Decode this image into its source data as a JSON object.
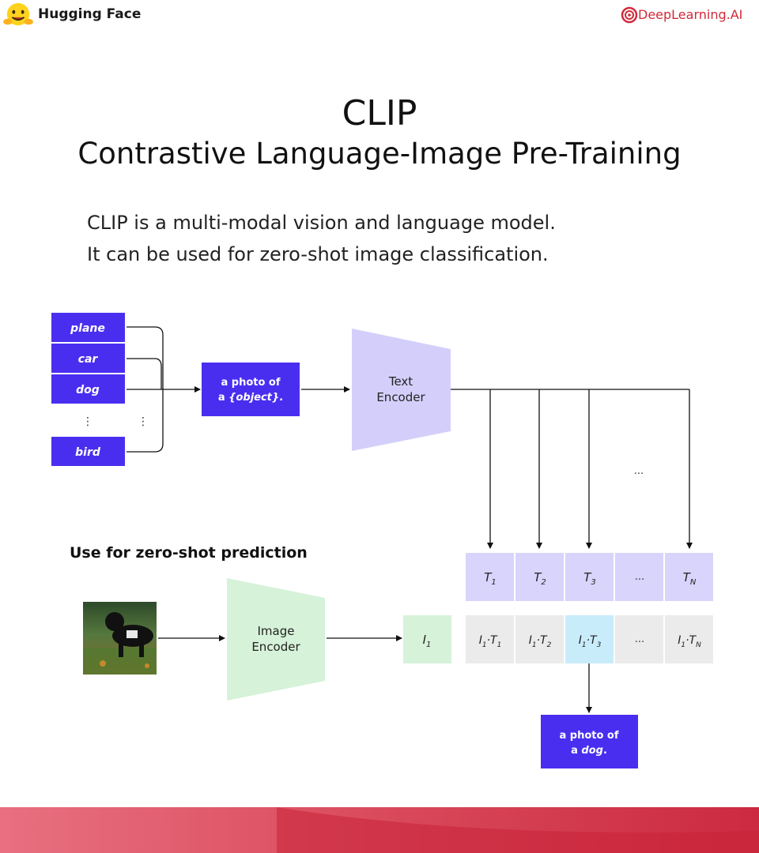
{
  "header": {
    "brand_left": "Hugging Face",
    "brand_right": "DeepLearning.AI"
  },
  "title": {
    "main": "CLIP",
    "sub": "Contrastive Language-Image Pre-Training"
  },
  "intro": {
    "line1": "CLIP is a multi-modal vision and language model.",
    "line2": "It can be used for zero-shot image classification."
  },
  "diagram": {
    "labels": [
      "plane",
      "car",
      "dog",
      "bird"
    ],
    "label_ellipsis": "⋮",
    "template_line1": "a photo of",
    "template_line2_pre": "a ",
    "template_line2_obj": "{object}",
    "template_line2_post": ".",
    "text_encoder_line1": "Text",
    "text_encoder_line2": "Encoder",
    "image_encoder_line1": "Image",
    "image_encoder_line2": "Encoder",
    "ellipsis": "...",
    "zero_shot_heading": "Use for zero-shot prediction",
    "t_cells": [
      {
        "base": "T",
        "sub": "1"
      },
      {
        "base": "T",
        "sub": "2"
      },
      {
        "base": "T",
        "sub": "3"
      },
      {
        "base": "...",
        "sub": ""
      },
      {
        "base": "T",
        "sub": "N"
      }
    ],
    "i_cell": {
      "base": "I",
      "sub": "1"
    },
    "dot_cells": [
      {
        "i": "I",
        "isub": "1",
        "t": "T",
        "tsub": "1"
      },
      {
        "i": "I",
        "isub": "1",
        "t": "T",
        "tsub": "2"
      },
      {
        "i": "I",
        "isub": "1",
        "t": "T",
        "tsub": "3"
      },
      {
        "i": "...",
        "isub": "",
        "t": "",
        "tsub": ""
      },
      {
        "i": "I",
        "isub": "1",
        "t": "T",
        "tsub": "N"
      }
    ],
    "result_line1": "a photo of",
    "result_line2_pre": "a ",
    "result_line2_obj": "dog",
    "result_line2_post": ".",
    "colors": {
      "label_box": "#4a2ef0",
      "text_encoder": "#d3cffa",
      "image_encoder": "#d6f2d9",
      "t_cell": "#d8d4fb",
      "dot_cell": "#ebebeb",
      "highlight_cell": "#c9ecfb",
      "i_cell": "#d6f2d9",
      "brand_red": "#d12a3a"
    }
  }
}
